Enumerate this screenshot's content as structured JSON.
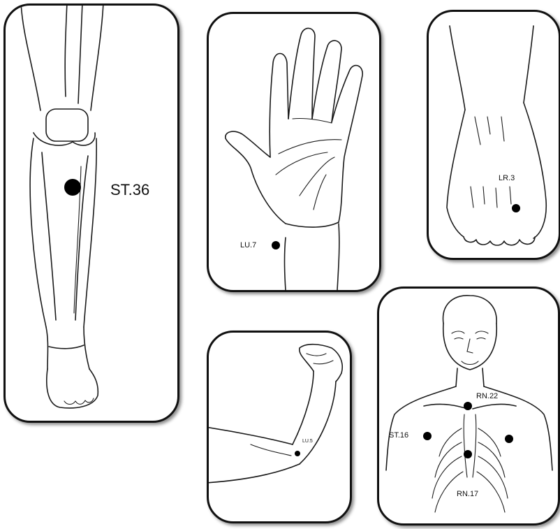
{
  "panels": {
    "leg": {
      "point_label": "ST.36"
    },
    "hand": {
      "point_label": "LU.7"
    },
    "foot": {
      "point_label": "LR.3"
    },
    "arm": {
      "point_label": "LU.5"
    },
    "chest": {
      "labels": {
        "top": "RN.22",
        "left": "ST.16",
        "bottom": "RN.17"
      }
    }
  },
  "colors": {
    "ink": "#1a1a1a",
    "point": "#000000",
    "panel_border": "#111111",
    "background": "#ffffff"
  }
}
